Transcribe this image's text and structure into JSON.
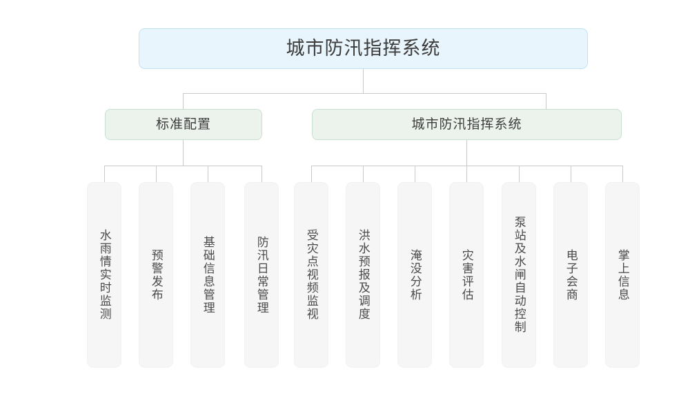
{
  "diagram": {
    "title_node": {
      "label": "城市防汛指挥系统",
      "fill": "#e9f5fc",
      "border": "#bfe2f3"
    },
    "level2": [
      {
        "label": "标准配置",
        "fill": "#ecf3ec",
        "border": "#c8e0cf"
      },
      {
        "label": "城市防汛指挥系统",
        "fill": "#ecf3ec",
        "border": "#c8e0cf"
      }
    ],
    "leaves": [
      {
        "label": "水雨情实时监测",
        "parent": 0
      },
      {
        "label": "预警发布",
        "parent": 0
      },
      {
        "label": "基础信息管理",
        "parent": 0
      },
      {
        "label": "防汛日常管理",
        "parent": 0
      },
      {
        "label": "受灾点视频监视",
        "parent": 1
      },
      {
        "label": "洪水预报及调度",
        "parent": 1
      },
      {
        "label": "淹没分析",
        "parent": 1
      },
      {
        "label": "灾害评估",
        "parent": 1
      },
      {
        "label": "泵站及水闸自动控制",
        "parent": 1
      },
      {
        "label": "电子会商",
        "parent": 1
      },
      {
        "label": "掌上信息",
        "parent": 1
      }
    ],
    "leaf_fill": "#f6f6f6",
    "connector_color": "#c9c9c9"
  }
}
